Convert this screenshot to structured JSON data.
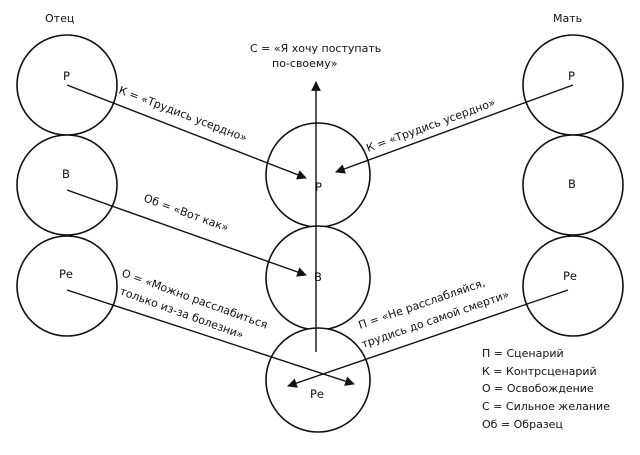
{
  "parents": {
    "father": {
      "title": "Отец",
      "states": [
        "Р",
        "В",
        "Ре"
      ]
    },
    "mother": {
      "title": "Мать",
      "states": [
        "Р",
        "В",
        "Ре"
      ]
    }
  },
  "child": {
    "states": [
      "Р",
      "В",
      "Ре"
    ]
  },
  "arrows": {
    "strong_desire": [
      "С = «Я хочу поступать",
      "по-своему»"
    ],
    "father_counter_script": "К = «Трудись усердно»",
    "mother_counter_script": "К = «Трудись усердно»",
    "father_pattern": "Об = «Вот как»",
    "father_release": [
      "О = «Можно расслабиться",
      "только из-за болезни»"
    ],
    "mother_script": [
      "П = «Не расслабляйся,",
      "трудись до самой смерти»"
    ]
  },
  "legend": [
    "П = Сценарий",
    "К = Контрсценарий",
    "О = Освобождение",
    "С = Сильное желание",
    "Об = Образец"
  ]
}
